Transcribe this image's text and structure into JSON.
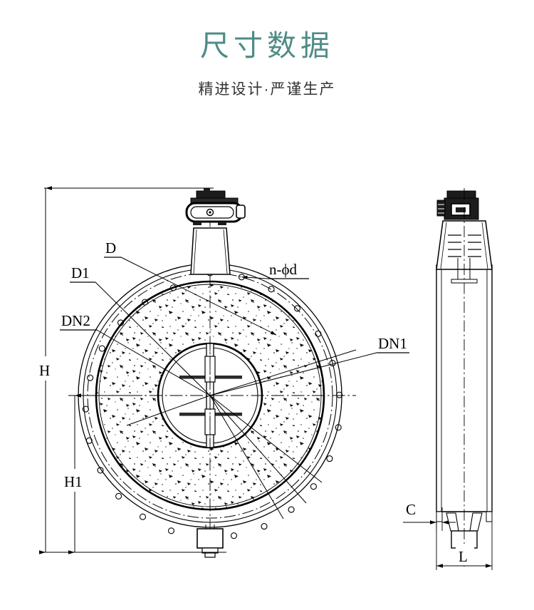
{
  "header": {
    "title": "尺寸数据",
    "subtitle": "精进设计·严谨生产",
    "title_color": "#4e8c86",
    "subtitle_color": "#333333"
  },
  "drawing": {
    "type": "engineering-dimension-drawing",
    "subject": "butterfly-valve",
    "views": [
      {
        "name": "front-view",
        "description": "circular valve body front elevation with flange bolt circle, concrete-filled body hatching, centre bore and disc shaft, gearbox actuator on top"
      },
      {
        "name": "side-view",
        "description": "narrow side elevation with actuator, tapered neck and flange faces"
      }
    ],
    "line_color": "#000000",
    "labels": {
      "d": "D",
      "d1": "D1",
      "dn2": "DN2",
      "dn1": "DN1",
      "n_phi_d": "n-ϕd",
      "h": "H",
      "h1": "H1",
      "c": "C",
      "l": "L"
    }
  }
}
